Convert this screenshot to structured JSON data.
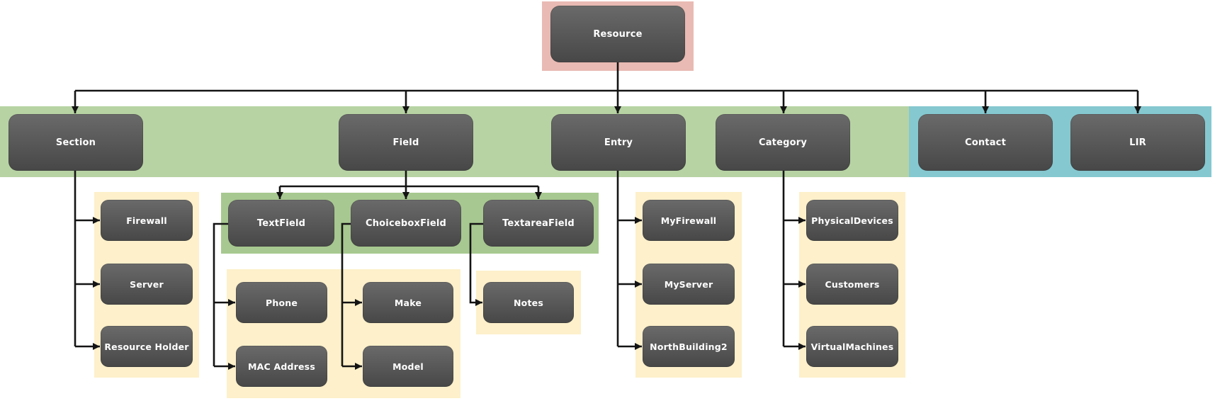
{
  "nodes": {
    "resource": {
      "label": "Resource"
    },
    "section": {
      "label": "Section"
    },
    "field": {
      "label": "Field"
    },
    "entry": {
      "label": "Entry"
    },
    "category": {
      "label": "Category"
    },
    "contact": {
      "label": "Contact"
    },
    "lir": {
      "label": "LIR"
    },
    "textfield": {
      "label": "TextField"
    },
    "choiceboxfield": {
      "label": "ChoiceboxField"
    },
    "textareafield": {
      "label": "TextareaField"
    },
    "firewall": {
      "label": "Firewall"
    },
    "server": {
      "label": "Server"
    },
    "resource_holder": {
      "label": "Resource Holder"
    },
    "phone": {
      "label": "Phone"
    },
    "mac_address": {
      "label": "MAC Address"
    },
    "make": {
      "label": "Make"
    },
    "model": {
      "label": "Model"
    },
    "notes": {
      "label": "Notes"
    },
    "myfirewall": {
      "label": "MyFirewall"
    },
    "myserver": {
      "label": "MyServer"
    },
    "northbuilding2": {
      "label": "NorthBuilding2"
    },
    "physicaldevices": {
      "label": "PhysicalDevices"
    },
    "customers": {
      "label": "Customers"
    },
    "virtualmachines": {
      "label": "VirtualMachines"
    }
  },
  "colors": {
    "root_highlight": "#e9bab3",
    "primary_group": "#b7d3a3",
    "field_types_group": "#a7c890",
    "contact_group": "#85c8d0",
    "children_group": "#fdf0ca",
    "node_top": "#6a6a6a",
    "node_bottom": "#474747",
    "node_text": "#ffffff",
    "connector": "#141414"
  }
}
